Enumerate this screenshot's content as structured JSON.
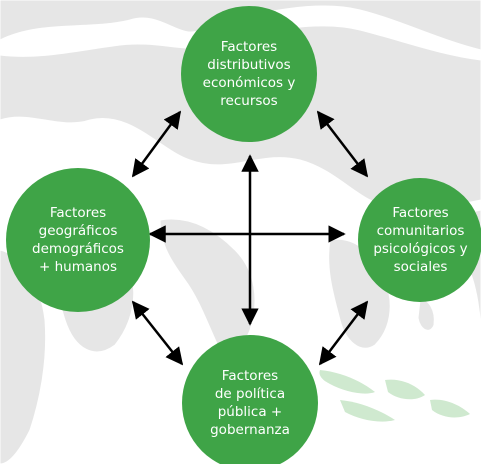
{
  "colors": {
    "node_fill": "#3fa447",
    "node_text": "#ffffff",
    "land": "#e6e6e6",
    "land_border": "#ffffff",
    "highlight_land": "#cfe9cf",
    "arrow": "#000000"
  },
  "nodes": {
    "top": {
      "lines": [
        "Factores",
        "distributivos",
        "económicos y",
        "recursos"
      ]
    },
    "left": {
      "lines": [
        "Factores",
        "geográficos",
        "demográficos",
        "+ humanos"
      ]
    },
    "right": {
      "lines": [
        "Factores",
        "comunitarios",
        "psicológicos y",
        "sociales"
      ]
    },
    "bottom": {
      "lines": [
        "Factores",
        "de política",
        "pública +",
        "gobernanza"
      ]
    }
  }
}
